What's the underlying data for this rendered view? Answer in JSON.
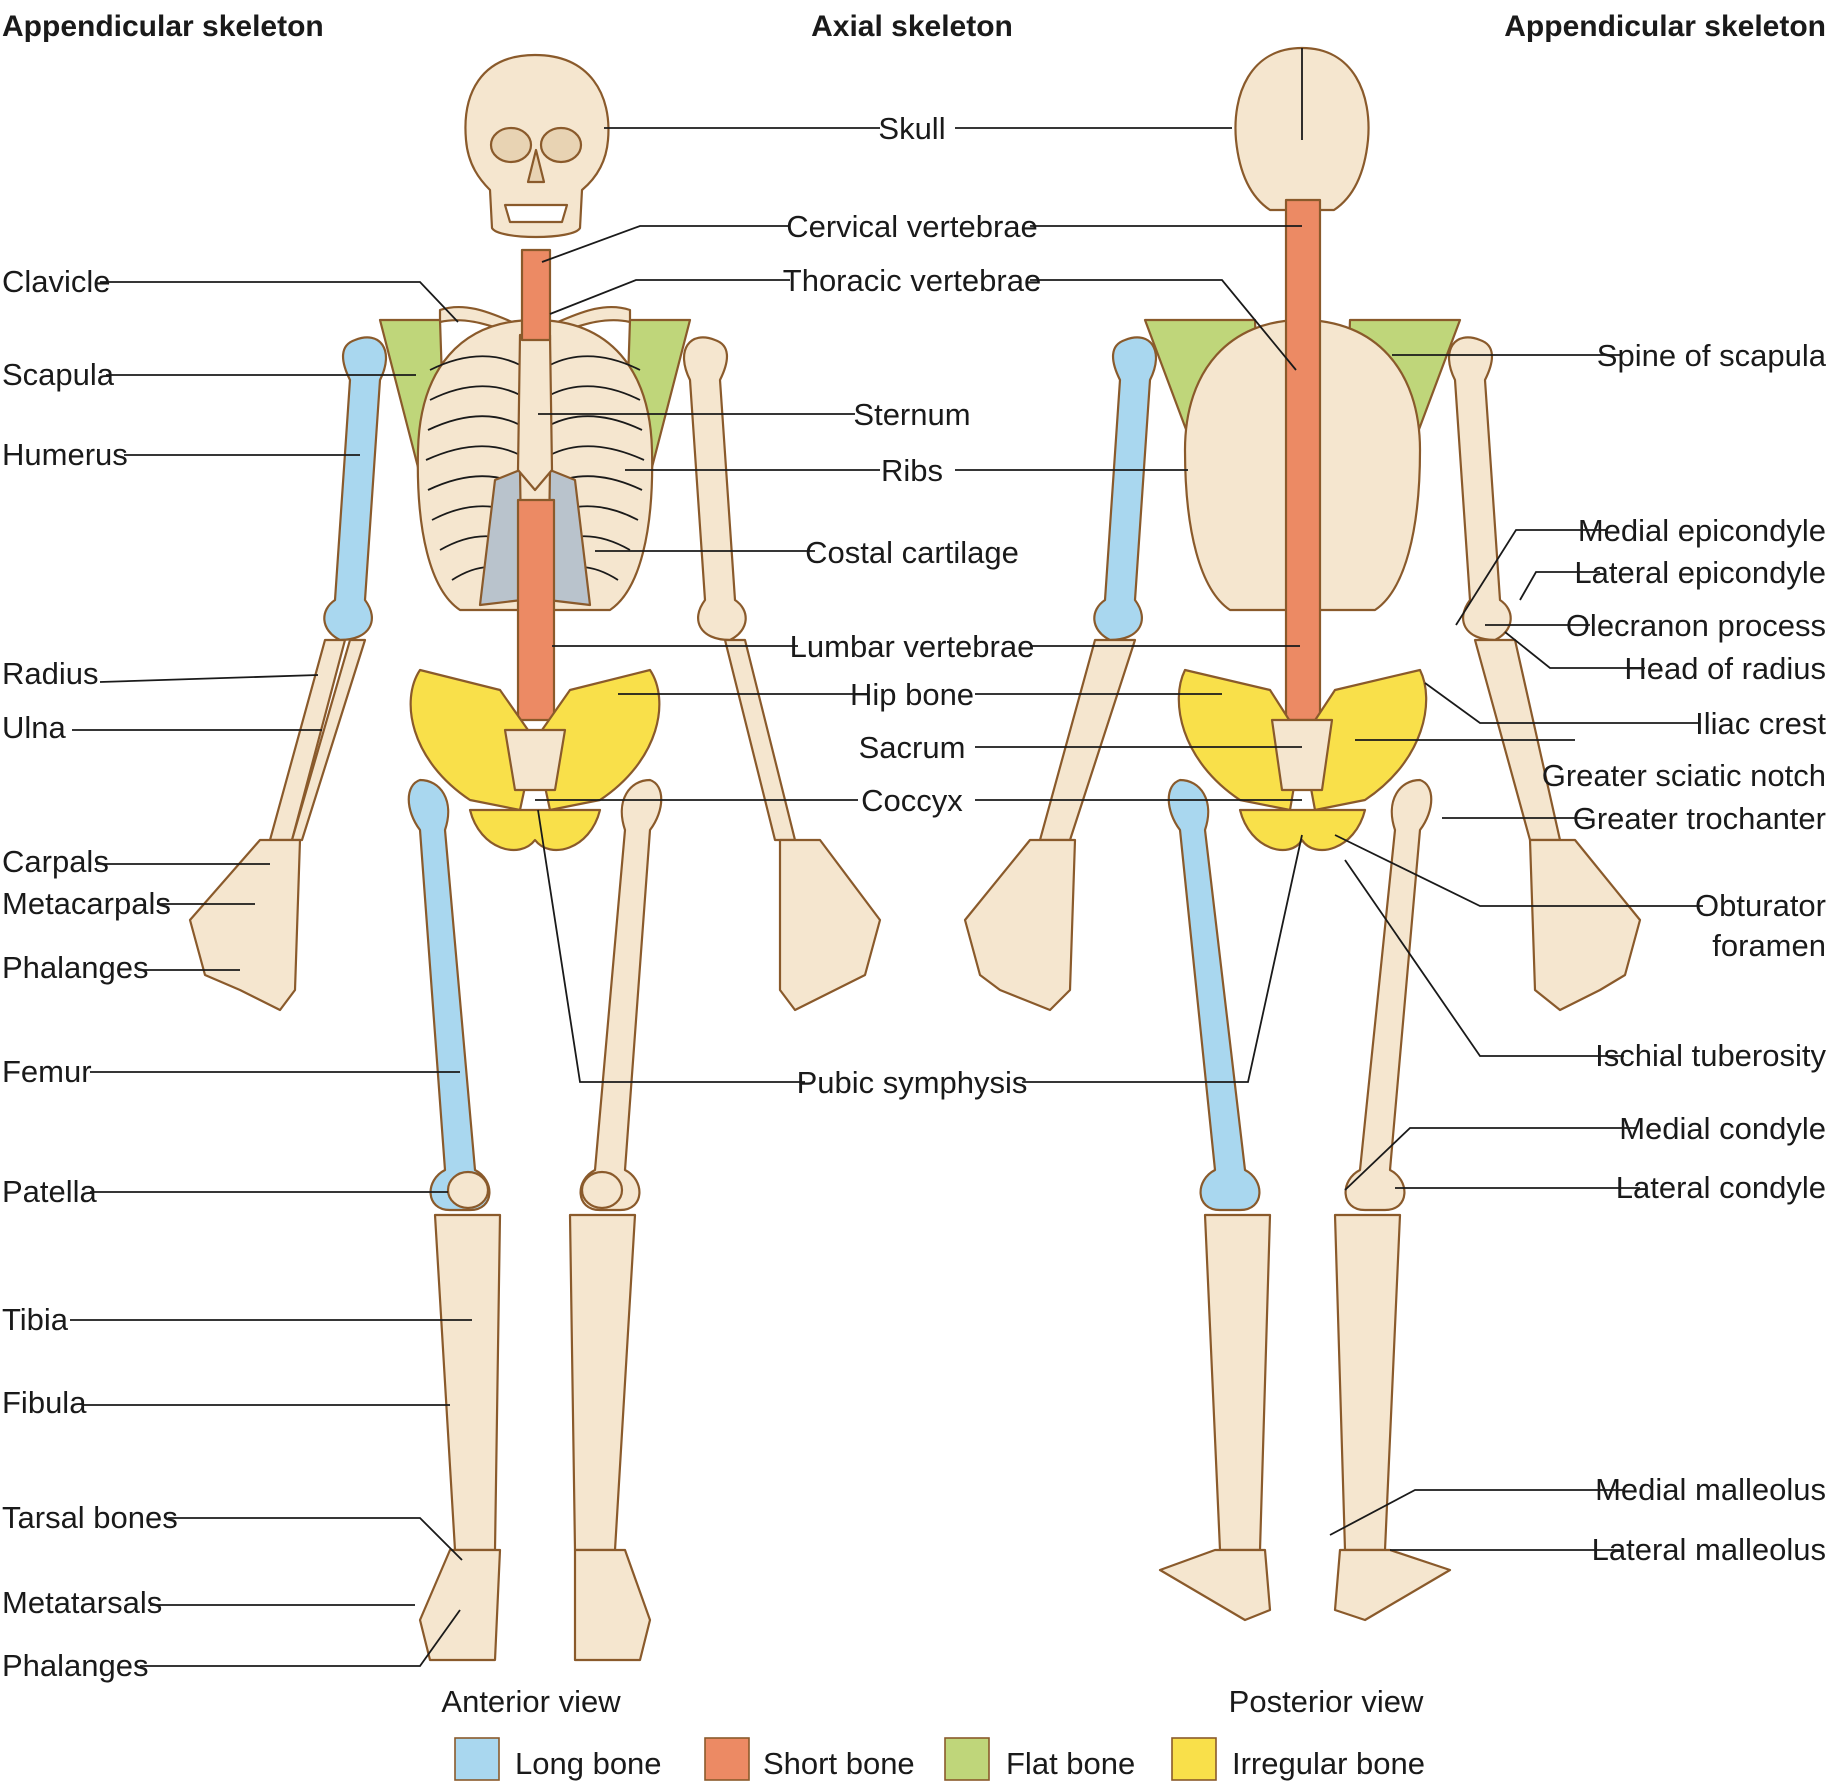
{
  "headers": {
    "left": "Appendicular skeleton",
    "center": "Axial skeleton",
    "right": "Appendicular skeleton"
  },
  "colors": {
    "ivory": "#f5e6cf",
    "outline": "#8a5a2b",
    "long": "#a9d7ef",
    "short": "#ec8a64",
    "flat": "#bfd67a",
    "irregular": "#f9e04a",
    "cartilage": "#b9c3cc"
  },
  "labels": {
    "left": [
      "Clavicle",
      "Scapula",
      "Humerus",
      "Radius",
      "Ulna",
      "Carpals",
      "Metacarpals",
      "Phalanges",
      "Femur",
      "Patella",
      "Tibia",
      "Fibula",
      "Tarsal bones",
      "Metatarsals",
      "Phalanges"
    ],
    "center": [
      "Skull",
      "Cervical vertebrae",
      "Thoracic vertebrae",
      "Sternum",
      "Ribs",
      "Costal cartilage",
      "Lumbar vertebrae",
      "Hip bone",
      "Sacrum",
      "Coccyx",
      "Pubic symphysis"
    ],
    "right": [
      "Spine of scapula",
      "Medial epicondyle",
      "Lateral epicondyle",
      "Olecranon process",
      "Head of radius",
      "Iliac crest",
      "Greater sciatic notch",
      "Greater trochanter",
      "Obturator",
      "foramen",
      "Ischial tuberosity",
      "Medial condyle",
      "Lateral condyle",
      "Medial malleolus",
      "Lateral malleolus"
    ]
  },
  "views": {
    "anterior": "Anterior view",
    "posterior": "Posterior view"
  },
  "legend": [
    {
      "label": "Long bone",
      "color": "#a9d7ef"
    },
    {
      "label": "Short bone",
      "color": "#ec8a64"
    },
    {
      "label": "Flat bone",
      "color": "#bfd67a"
    },
    {
      "label": "Irregular bone",
      "color": "#f9e04a"
    }
  ]
}
